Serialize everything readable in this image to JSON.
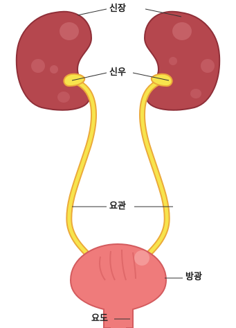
{
  "labels": {
    "kidney": "신장",
    "renal_pelvis": "신우",
    "ureter": "요관",
    "bladder": "방광",
    "urethra": "요도"
  },
  "colors": {
    "kidney": "#b5474e",
    "kidney_dark": "#8f2f38",
    "kidney_highlight": "#d97f86",
    "ureter_fill": "#f7e44d",
    "ureter_outline": "#eba93a",
    "bladder": "#ef7b7b",
    "bladder_dark": "#d35b5e",
    "bladder_highlight": "#f6a3a2",
    "leader_line": "#333333"
  }
}
